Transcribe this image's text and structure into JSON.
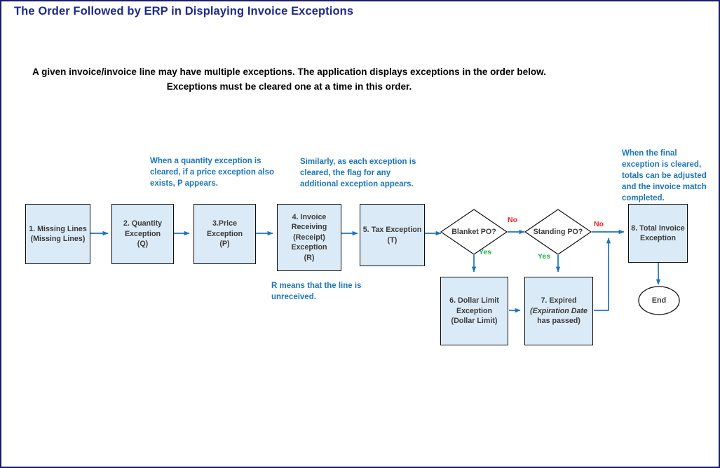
{
  "page": {
    "title": "The  Order Followed by ERP in Displaying Invoice Exceptions",
    "subtitle": "A given invoice/invoice line may have multiple exceptions. The application displays exceptions in the order below. Exceptions must be cleared one at a time in this order.",
    "border_color": "#1a1a6e",
    "title_color": "#1f2a8c",
    "accent_blue": "#1b75bc",
    "node_fill": "#dbeaf7",
    "yes_color": "#22b14c",
    "no_color": "#ef2020"
  },
  "notes": {
    "quantity_note": "When a quantity exception is cleared, if a price exception also exists, P appears.",
    "similarly_note": "Similarly, as each exception is cleared, the flag for any additional exception appears.",
    "receipt_note": "R means that the line is unreceived.",
    "final_note": "When the final exception is cleared, totals can be adjusted and the invoice match completed."
  },
  "chart_data": {
    "type": "flowchart",
    "title": "The  Order Followed by ERP in Displaying Invoice Exceptions",
    "nodes": [
      {
        "id": "n1",
        "shape": "process",
        "label": "1. Missing Lines (Missing Lines)",
        "lines": [
          "1. Missing Lines",
          "(Missing Lines)"
        ]
      },
      {
        "id": "n2",
        "shape": "process",
        "label": "2. Quantity Exception (Q)",
        "lines": [
          "2. Quantity",
          "Exception",
          "(Q)"
        ]
      },
      {
        "id": "n3",
        "shape": "process",
        "label": "3.Price Exception (P)",
        "lines": [
          "3.Price",
          "Exception",
          "(P)"
        ]
      },
      {
        "id": "n4",
        "shape": "process",
        "label": "4. Invoice Receiving (Receipt) Exception (R)",
        "lines": [
          "4. Invoice",
          "Receiving",
          "(Receipt)",
          "Exception",
          "(R)"
        ]
      },
      {
        "id": "n5",
        "shape": "process",
        "label": "5. Tax Exception (T)",
        "lines": [
          "5. Tax Exception",
          "(T)"
        ]
      },
      {
        "id": "d1",
        "shape": "decision",
        "label": "Blanket PO?"
      },
      {
        "id": "d2",
        "shape": "decision",
        "label": "Standing PO?"
      },
      {
        "id": "n6",
        "shape": "process",
        "label": "6. Dollar Limit Exception (Dollar Limit)",
        "lines": [
          "6. Dollar Limit",
          "Exception",
          "(Dollar Limit)"
        ]
      },
      {
        "id": "n7",
        "shape": "process",
        "label": "7. Expired (Expiration Date has passed)",
        "lines": [
          "7. Expired",
          "(Expiration Date",
          "has passed)"
        ],
        "italic_part": "Expiration Date"
      },
      {
        "id": "n8",
        "shape": "process",
        "label": "8. Total Invoice Exception",
        "lines": [
          "8. Total Invoice",
          "Exception"
        ]
      },
      {
        "id": "end",
        "shape": "terminator",
        "label": "End"
      }
    ],
    "edges": [
      {
        "from": "n1",
        "to": "n2",
        "label": ""
      },
      {
        "from": "n2",
        "to": "n3",
        "label": ""
      },
      {
        "from": "n3",
        "to": "n4",
        "label": ""
      },
      {
        "from": "n4",
        "to": "n5",
        "label": ""
      },
      {
        "from": "n5",
        "to": "d1",
        "label": ""
      },
      {
        "from": "d1",
        "to": "d2",
        "label": "No"
      },
      {
        "from": "d1",
        "to": "n6",
        "label": "Yes"
      },
      {
        "from": "d2",
        "to": "n8",
        "label": "No"
      },
      {
        "from": "d2",
        "to": "n7",
        "label": "Yes"
      },
      {
        "from": "n6",
        "to": "n7",
        "label": ""
      },
      {
        "from": "n7",
        "to": "n8",
        "label": ""
      },
      {
        "from": "n8",
        "to": "end",
        "label": ""
      }
    ],
    "edge_labels": {
      "blanket_no": "No",
      "blanket_yes": "Yes",
      "standing_no": "No",
      "standing_yes": "Yes"
    }
  }
}
